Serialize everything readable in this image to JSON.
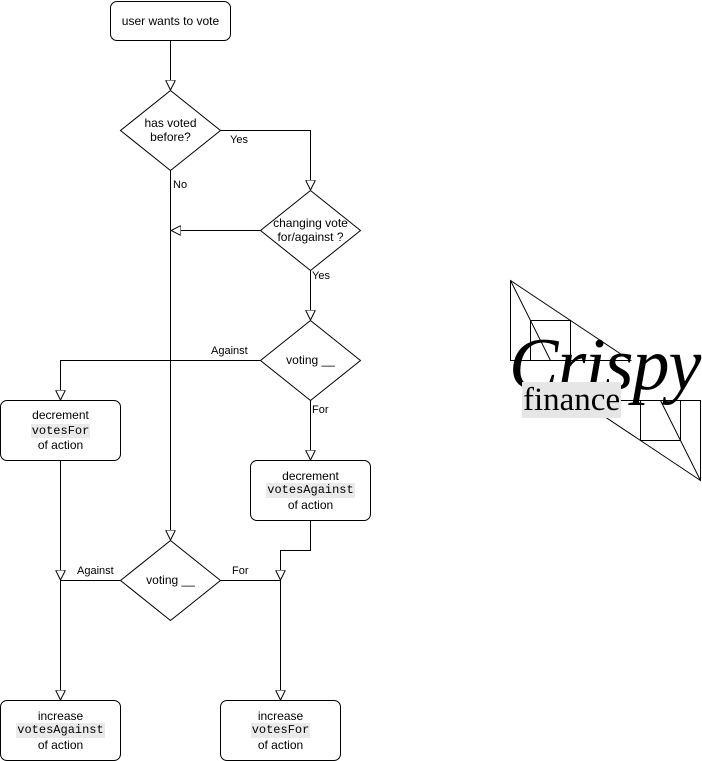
{
  "nodes": {
    "start": {
      "text": "user wants to vote"
    },
    "has_voted": {
      "line1": "has voted",
      "line2": "before?"
    },
    "changing_vote": {
      "line1": "changing vote",
      "line2": "for/against ?"
    },
    "voting_top": {
      "text": "voting __"
    },
    "voting_bottom": {
      "text": "voting __"
    },
    "decrement_votes_for": {
      "pre": "decrement ",
      "code": "votesFor",
      "post": "of action"
    },
    "decrement_votes_against": {
      "pre": "decrement",
      "code": "votesAgainst",
      "post": "of action"
    },
    "increase_votes_against": {
      "pre": "increase",
      "code": "votesAgainst",
      "post": "of action"
    },
    "increase_votes_for": {
      "pre": "increase",
      "code": "votesFor",
      "post": "of action"
    }
  },
  "edges": {
    "has_voted_yes": "Yes",
    "has_voted_no": "No",
    "changing_yes": "Yes",
    "voting_top_against": "Against",
    "voting_top_for": "For",
    "voting_bottom_against": "Against",
    "voting_bottom_for": "For"
  },
  "logo": {
    "word": "Crispy",
    "subword": "finance"
  }
}
